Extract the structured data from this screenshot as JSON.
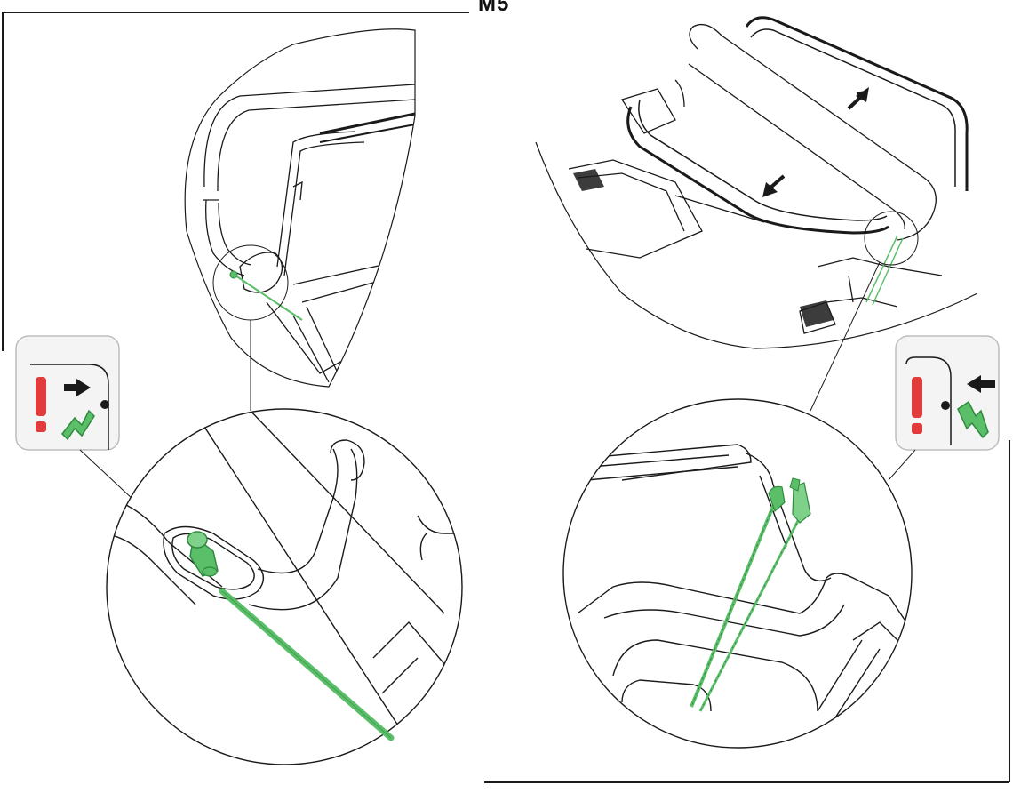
{
  "page": {
    "label": "M5"
  },
  "colors": {
    "line": "#1a1a1a",
    "cable_green": "#5bbf6a",
    "cable_green_dark": "#2f8a3e",
    "warning_red": "#e23b3b",
    "icon_box_fill": "#f4f4f4"
  },
  "panels": [
    {
      "id": "left-overview",
      "description_icon": "lawnmower-handle-overview"
    },
    {
      "id": "right-overview",
      "description_icon": "lawnmower-handle-fold-overview"
    },
    {
      "id": "left-detail",
      "description_icon": "cable-clip-detail"
    },
    {
      "id": "right-detail",
      "description_icon": "cable-routing-detail"
    }
  ],
  "icons": {
    "left": [
      "warning-icon",
      "arrow-right-icon",
      "dot-icon",
      "cable-icon"
    ],
    "right": [
      "warning-icon",
      "arrow-left-icon",
      "dot-icon",
      "cable-icon"
    ]
  }
}
